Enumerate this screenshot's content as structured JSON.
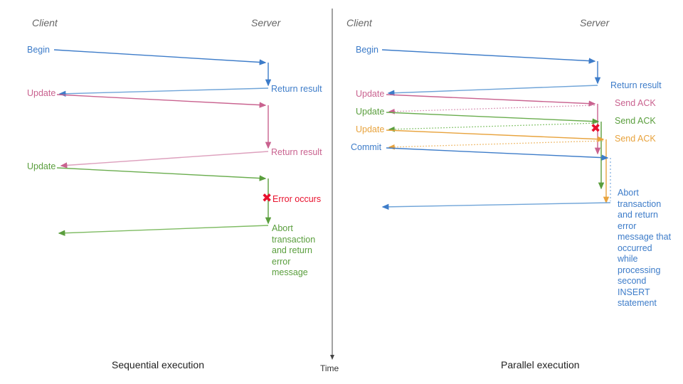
{
  "colors": {
    "blue": "#3d7cc9",
    "blue_light": "#7aa9de",
    "pink": "#c9628f",
    "pink_light": "#dda0bd",
    "green": "#5a9e3d",
    "green_light": "#8fc878",
    "orange": "#e8a33d",
    "orange_light": "#f0c078",
    "red": "#e8112d",
    "gray": "#666666",
    "axis": "#444444",
    "text_dark": "#222222"
  },
  "diagram": {
    "time_axis": {
      "label": "Time"
    },
    "left_panel": {
      "caption": "Sequential execution",
      "actor_client": "Client",
      "actor_server": "Server",
      "messages": [
        {
          "label": "Begin",
          "color": "blue"
        },
        {
          "label": "Return result",
          "color": "blue"
        },
        {
          "label": "Update",
          "color": "pink"
        },
        {
          "label": "Return result",
          "color": "pink"
        },
        {
          "label": "Update",
          "color": "green"
        }
      ],
      "error_mark": "✖",
      "error_label": "Error occurs",
      "abort_label": "Abort transaction and return error message"
    },
    "right_panel": {
      "caption": "Parallel execution",
      "actor_client": "Client",
      "actor_server": "Server",
      "messages": [
        {
          "label": "Begin",
          "color": "blue"
        },
        {
          "label": "Return result",
          "color": "blue"
        },
        {
          "label": "Update",
          "color": "pink"
        },
        {
          "label": "Send ACK",
          "color": "pink"
        },
        {
          "label": "Update",
          "color": "green"
        },
        {
          "label": "Send ACK",
          "color": "green"
        },
        {
          "label": "Update",
          "color": "orange"
        },
        {
          "label": "Send ACK",
          "color": "orange"
        },
        {
          "label": "Commit",
          "color": "blue"
        }
      ],
      "error_mark": "✖",
      "abort_label": "Abort transaction and return error message that occurred while processing second INSERT statement"
    }
  }
}
